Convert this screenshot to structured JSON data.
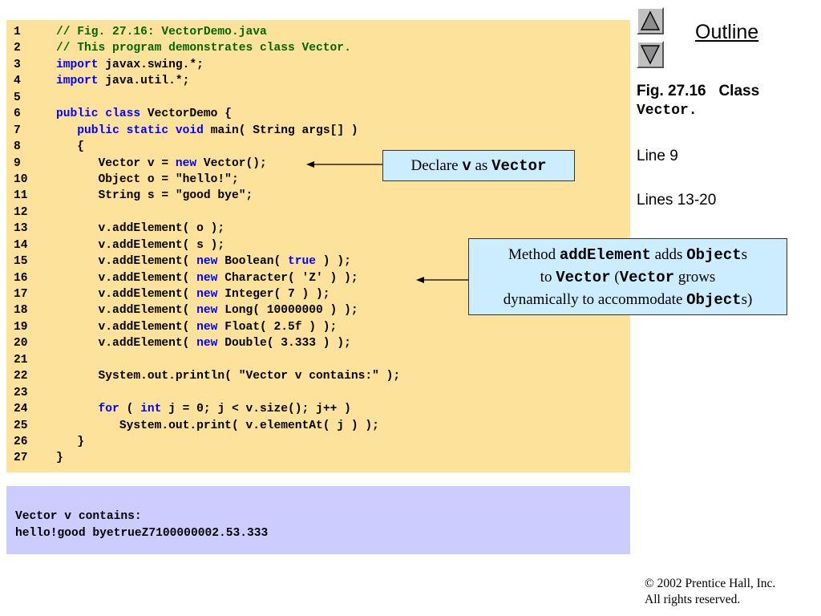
{
  "code": {
    "lines": [
      {
        "num": "1",
        "tokens": [
          {
            "t": "// Fig. 27.16: VectorDemo.java",
            "k": "comment"
          }
        ]
      },
      {
        "num": "2",
        "tokens": [
          {
            "t": "// This program demonstrates class Vector.",
            "k": "comment"
          }
        ]
      },
      {
        "num": "3",
        "tokens": [
          {
            "t": "import",
            "k": "keyword"
          },
          {
            "t": " javax.swing.*;",
            "k": "plain"
          }
        ]
      },
      {
        "num": "4",
        "tokens": [
          {
            "t": "import",
            "k": "keyword"
          },
          {
            "t": " java.util.*;",
            "k": "plain"
          }
        ]
      },
      {
        "num": "5",
        "tokens": []
      },
      {
        "num": "6",
        "tokens": [
          {
            "t": "public",
            "k": "keyword"
          },
          {
            "t": " ",
            "k": "plain"
          },
          {
            "t": "class",
            "k": "keyword"
          },
          {
            "t": " VectorDemo {",
            "k": "plain"
          }
        ]
      },
      {
        "num": "7",
        "tokens": [
          {
            "t": "   ",
            "k": "plain"
          },
          {
            "t": "public",
            "k": "keyword"
          },
          {
            "t": " ",
            "k": "plain"
          },
          {
            "t": "static",
            "k": "keyword"
          },
          {
            "t": " ",
            "k": "plain"
          },
          {
            "t": "void",
            "k": "keyword"
          },
          {
            "t": " main( String args[] )",
            "k": "plain"
          }
        ]
      },
      {
        "num": "8",
        "tokens": [
          {
            "t": "   {",
            "k": "plain"
          }
        ]
      },
      {
        "num": "9",
        "tokens": [
          {
            "t": "      Vector v = ",
            "k": "plain"
          },
          {
            "t": "new",
            "k": "keyword"
          },
          {
            "t": " Vector();",
            "k": "plain"
          }
        ]
      },
      {
        "num": "10",
        "tokens": [
          {
            "t": "      Object o = \"hello!\";",
            "k": "plain"
          }
        ]
      },
      {
        "num": "11",
        "tokens": [
          {
            "t": "      String s = \"good bye\";",
            "k": "plain"
          }
        ]
      },
      {
        "num": "12",
        "tokens": []
      },
      {
        "num": "13",
        "tokens": [
          {
            "t": "      v.addElement( o );",
            "k": "plain"
          }
        ]
      },
      {
        "num": "14",
        "tokens": [
          {
            "t": "      v.addElement( s );",
            "k": "plain"
          }
        ]
      },
      {
        "num": "15",
        "tokens": [
          {
            "t": "      v.addElement( ",
            "k": "plain"
          },
          {
            "t": "new",
            "k": "keyword"
          },
          {
            "t": " Boolean( ",
            "k": "plain"
          },
          {
            "t": "true",
            "k": "keyword"
          },
          {
            "t": " ) );",
            "k": "plain"
          }
        ]
      },
      {
        "num": "16",
        "tokens": [
          {
            "t": "      v.addElement( ",
            "k": "plain"
          },
          {
            "t": "new",
            "k": "keyword"
          },
          {
            "t": " Character( 'Z' ) );",
            "k": "plain"
          }
        ]
      },
      {
        "num": "17",
        "tokens": [
          {
            "t": "      v.addElement( ",
            "k": "plain"
          },
          {
            "t": "new",
            "k": "keyword"
          },
          {
            "t": " Integer( 7 ) );",
            "k": "plain"
          }
        ]
      },
      {
        "num": "18",
        "tokens": [
          {
            "t": "      v.addElement( ",
            "k": "plain"
          },
          {
            "t": "new",
            "k": "keyword"
          },
          {
            "t": " Long( 10000000 ) );",
            "k": "plain"
          }
        ]
      },
      {
        "num": "19",
        "tokens": [
          {
            "t": "      v.addElement( ",
            "k": "plain"
          },
          {
            "t": "new",
            "k": "keyword"
          },
          {
            "t": " Float( 2.5f ) );",
            "k": "plain"
          }
        ]
      },
      {
        "num": "20",
        "tokens": [
          {
            "t": "      v.addElement( ",
            "k": "plain"
          },
          {
            "t": "new",
            "k": "keyword"
          },
          {
            "t": " Double( 3.333 ) );",
            "k": "plain"
          }
        ]
      },
      {
        "num": "21",
        "tokens": []
      },
      {
        "num": "22",
        "tokens": [
          {
            "t": "      System.out.println( \"Vector v contains:\" );",
            "k": "plain"
          }
        ]
      },
      {
        "num": "23",
        "tokens": []
      },
      {
        "num": "24",
        "tokens": [
          {
            "t": "      ",
            "k": "plain"
          },
          {
            "t": "for",
            "k": "keyword"
          },
          {
            "t": " ( ",
            "k": "plain"
          },
          {
            "t": "int",
            "k": "keyword"
          },
          {
            "t": " j = 0; j < v.size(); j++ )",
            "k": "plain"
          }
        ]
      },
      {
        "num": "25",
        "tokens": [
          {
            "t": "         System.out.print( v.elementAt( j ) );",
            "k": "plain"
          }
        ]
      },
      {
        "num": "26",
        "tokens": [
          {
            "t": "   }",
            "k": "plain"
          }
        ]
      },
      {
        "num": "27",
        "tokens": [
          {
            "t": "}",
            "k": "plain"
          }
        ]
      }
    ]
  },
  "output": {
    "line1": "Vector v contains:",
    "line2": "hello!good byetrueZ7100000002.53.333"
  },
  "callouts": {
    "declare": {
      "pre": "Declare ",
      "code1": "v",
      "mid": " as ",
      "code2": "Vector"
    },
    "method": {
      "w1": "Method ",
      "c1": "addElement",
      "w2": " adds ",
      "c2": "Object",
      "w3": "s",
      "w4": "to ",
      "c3": "Vector",
      "w5": " (",
      "c4": "Vector",
      "w6": " grows",
      "w7": "dynamically to accommodate ",
      "c5": "Object",
      "w8": "s)"
    }
  },
  "sidebar": {
    "outline": "Outline",
    "fig_label": "Fig. 27.16",
    "fig_word": "Class",
    "fig_class": "Vector.",
    "line_ref_1": "Line 9",
    "line_ref_2": "Lines 13-20"
  },
  "footer": {
    "copyright": "© 2002 Prentice Hall, Inc.",
    "rights": "All rights reserved."
  },
  "icons": {
    "nav_up": "triangle-up-icon",
    "nav_down": "triangle-down-icon"
  },
  "colors": {
    "code_bg": "#fde29c",
    "output_bg": "#ccccff",
    "callout_bg": "#ccecff",
    "keyword": "#0000ff",
    "comment": "#006600"
  }
}
